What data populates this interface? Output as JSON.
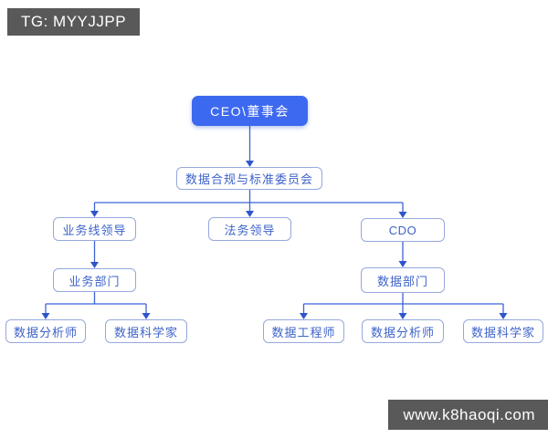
{
  "badges": {
    "telegram": "TG: MYYJJPP",
    "website": "www.k8haoqi.com"
  },
  "org_chart": {
    "type": "org-tree",
    "nodes": {
      "ceo": "CEO\\董事会",
      "committee": "数据合规与标准委员会",
      "business_line_leader": "业务线领导",
      "legal_leader": "法务领导",
      "cdo": "CDO",
      "business_dept": "业务部门",
      "data_dept": "数据部门",
      "data_analyst_left": "数据分析师",
      "data_scientist_left": "数据科学家",
      "data_engineer": "数据工程师",
      "data_analyst_right": "数据分析师",
      "data_scientist_right": "数据科学家"
    },
    "edges": [
      [
        "ceo",
        "committee"
      ],
      [
        "committee",
        "business_line_leader"
      ],
      [
        "committee",
        "legal_leader"
      ],
      [
        "committee",
        "cdo"
      ],
      [
        "business_line_leader",
        "business_dept"
      ],
      [
        "business_dept",
        "data_analyst_left"
      ],
      [
        "business_dept",
        "data_scientist_left"
      ],
      [
        "cdo",
        "data_dept"
      ],
      [
        "data_dept",
        "data_engineer"
      ],
      [
        "data_dept",
        "data_analyst_right"
      ],
      [
        "data_dept",
        "data_scientist_right"
      ]
    ],
    "colors": {
      "root_fill": "#3c69ef",
      "root_text": "#ffffff",
      "node_border": "#96a8de",
      "node_text": "#3e63c9",
      "connector": "#3f63d6",
      "badge_background": "#595959",
      "badge_text": "#ffffff"
    }
  }
}
